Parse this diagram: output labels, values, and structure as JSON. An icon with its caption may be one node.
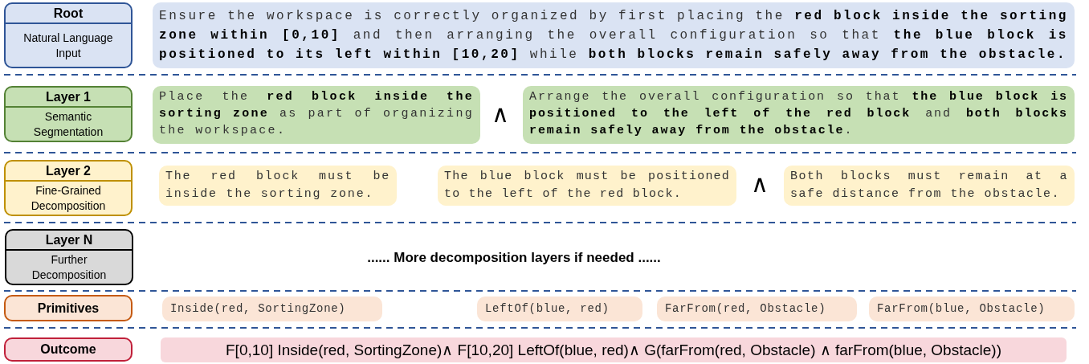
{
  "diagram": {
    "nodes": [
      {
        "text": [
          "Root",
          "Natural Language Input"
        ]
      },
      {
        "text": [
          "Ensure the workspace is correctly organized by first placing the **red block inside the sorting zone within [0,10]** and then arranging the overall configuration so that **the blue block is positioned to its left within [10,20]** while **both blocks remain safely away from the obstacle.**"
        ]
      },
      {
        "text": [
          "Layer 1",
          "Semantic Segmentation"
        ]
      },
      {
        "text": [
          "Place the **red block inside the sorting zone** as part of organizing the workspace."
        ]
      },
      {
        "text": [
          "Arrange the overall configuration so that **the blue block is positioned to the left of the red block** and **both blocks remain safely away from the obstacle**."
        ]
      },
      {
        "text": [
          "Layer 2",
          "Fine-Grained Decomposition"
        ]
      },
      {
        "text": [
          "The red block must be inside the sorting zone."
        ]
      },
      {
        "text": [
          "The blue block must be positioned to the left of the red block."
        ]
      },
      {
        "text": [
          "Both blocks must remain at a safe distance from the obstacle."
        ]
      },
      {
        "text": [
          "Layer N",
          "Further Decomposition"
        ]
      },
      {
        "text": [
          "Primitives"
        ]
      },
      {
        "text": [
          "Inside(red, SortingZone)"
        ]
      },
      {
        "text": [
          "LeftOf(blue, red)"
        ]
      },
      {
        "text": [
          "FarFrom(red, Obstacle)"
        ]
      },
      {
        "text": [
          "FarFrom(blue, Obstacle)"
        ]
      },
      {
        "text": [
          "Outcome"
        ]
      },
      {
        "text": [
          "F[0,10] Inside(red, SortingZone)∧ F[10,20] LeftOf(blue, red)∧ G(farFrom(red, Obstacle) ∧ farFrom(blue, Obstacle))"
        ]
      }
    ],
    "labels": [
      "∧",
      "∧",
      "...... More decomposition layers if needed ......"
    ]
  }
}
